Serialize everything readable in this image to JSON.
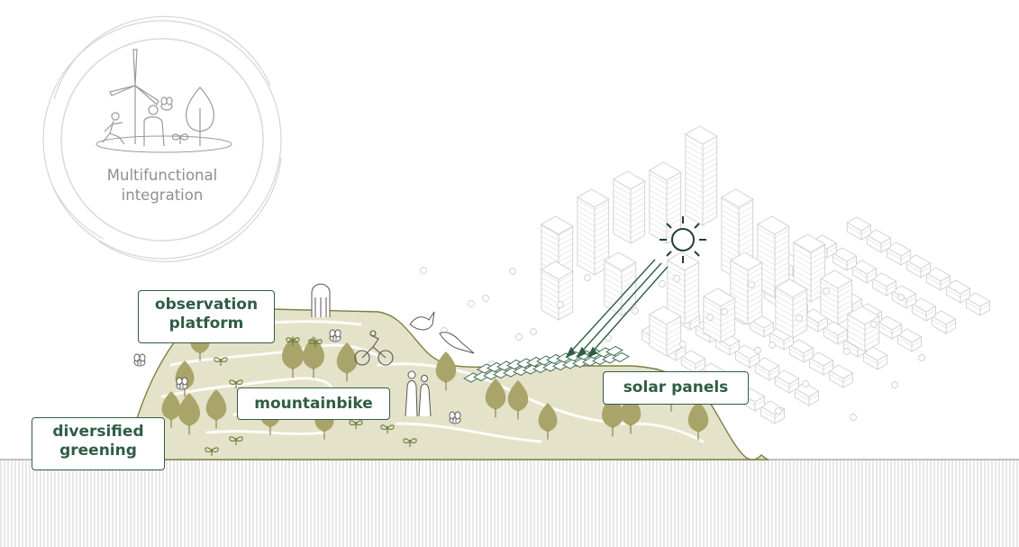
{
  "badge": {
    "line1": "Multifunctional",
    "line2": "integration"
  },
  "labels": {
    "observation_line1": "observation",
    "observation_line2": "platform",
    "mountainbike": "mountainbike",
    "solar_panels": "solar panels",
    "greening_line1": "diversified",
    "greening_line2": "greening"
  },
  "colors": {
    "label_text": "#2f5d45",
    "label_border": "#2f5d45",
    "hill_fill": "#e3e1c8",
    "hill_outline": "#7d8040",
    "tree": "#a9a56a",
    "city_lines": "#c9c9c9",
    "badge_gray": "#9a9a9a",
    "sun": "#1f4030",
    "ground_hatch": "#bdbdbd"
  },
  "icons": [
    "wind-turbine-icon",
    "runner-icon",
    "person-icon",
    "bee-icon",
    "tree-icon",
    "sprout-icon",
    "sun-icon",
    "bird-icon",
    "cyclist-icon",
    "hiker-icon",
    "solar-panel-icon"
  ]
}
